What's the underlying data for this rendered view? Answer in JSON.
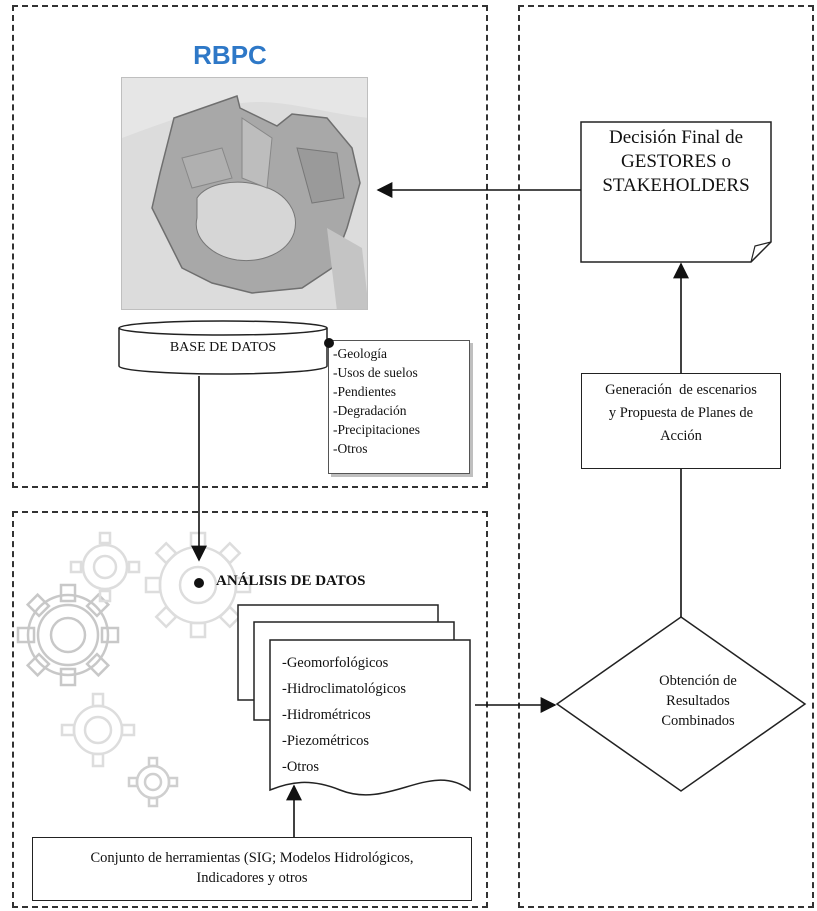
{
  "title": "RBPC",
  "database": {
    "label": "BASE DE DATOS",
    "items": [
      "-Geología",
      "-Usos de suelos",
      "-Pendientes",
      "-Degradación",
      "-Precipitaciones",
      "-Otros"
    ]
  },
  "analysis": {
    "label": "ANÁLISIS DE DATOS",
    "results": [
      "-Geomorfológicos",
      "-Hidroclimatológicos",
      "-Hidrométricos",
      "-Piezométricos",
      "-Otros"
    ]
  },
  "tools": {
    "line1": "Conjunto de herramientas (SIG; Modelos Hidrológicos,",
    "line2": "Indicadores y otros"
  },
  "combined": {
    "line1": "Obtención de",
    "line2": "Resultados",
    "line3": "Combinados"
  },
  "scenarios": {
    "line1": "Generación  de escenarios",
    "line2": "y Propuesta de Planes de",
    "line3": "Acción"
  },
  "decision": {
    "line1": "Decisión Final de",
    "line2": "GESTORES o",
    "line3": "STAKEHOLDERS"
  },
  "colors": {
    "title": "#2e78c7",
    "gear": "#c8c8c8",
    "border": "#333333"
  }
}
